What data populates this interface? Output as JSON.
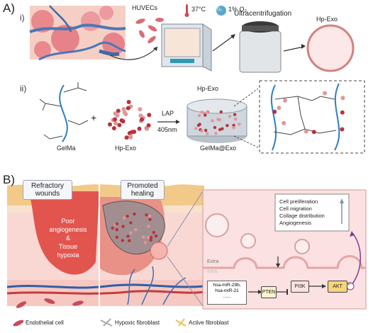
{
  "panel_a": {
    "letter": "A)",
    "row_i": "i)",
    "row_ii": "ii)",
    "huvecs": "HUVECs",
    "temperature": "37°C",
    "oxygen_icon": "O₂",
    "oxygen": "1% O₂",
    "ultracentrifugation": "Ultracentrifugation",
    "hp_exo_top": "Hp-Exo",
    "gelma": "GelMa",
    "plus": "+",
    "hp_exo_dots": "Hp-Exo",
    "lap": "LAP",
    "wavelength": "405nm",
    "hp_exo_gel": "Hp-Exo",
    "gelma_exo": "GelMa@Exo"
  },
  "panel_b": {
    "letter": "B)",
    "refractory_wounds": "Refractory wounds",
    "promoted_healing": "Promoted healing",
    "wound_text": [
      "Poor",
      "angiogenesis",
      "&",
      "Tissue",
      "hypoxia"
    ],
    "outcomes": [
      "Cell preliferation",
      "Cell migration",
      "Collage distribution",
      "Angiogenesis"
    ],
    "extra": "Extra",
    "intra": "Intra",
    "mirna": [
      "hsa-miR-29b,",
      "hsa-miR-21"
    ],
    "mirna_more": "......",
    "pten": "PTEN",
    "pi3k": "PI3K",
    "akt": "AKT",
    "p": "P"
  },
  "legend": {
    "endothelial": "Endothelial cell",
    "hypoxic": "Hypoxic fibroblast",
    "active": "Active fibroblast"
  },
  "colors": {
    "accent_blue": "#2a7fc1",
    "exo_red": "#b8323a",
    "skin": "#f3cf93",
    "wound": "#e2554f",
    "pink_panel": "#fbe1e1"
  }
}
